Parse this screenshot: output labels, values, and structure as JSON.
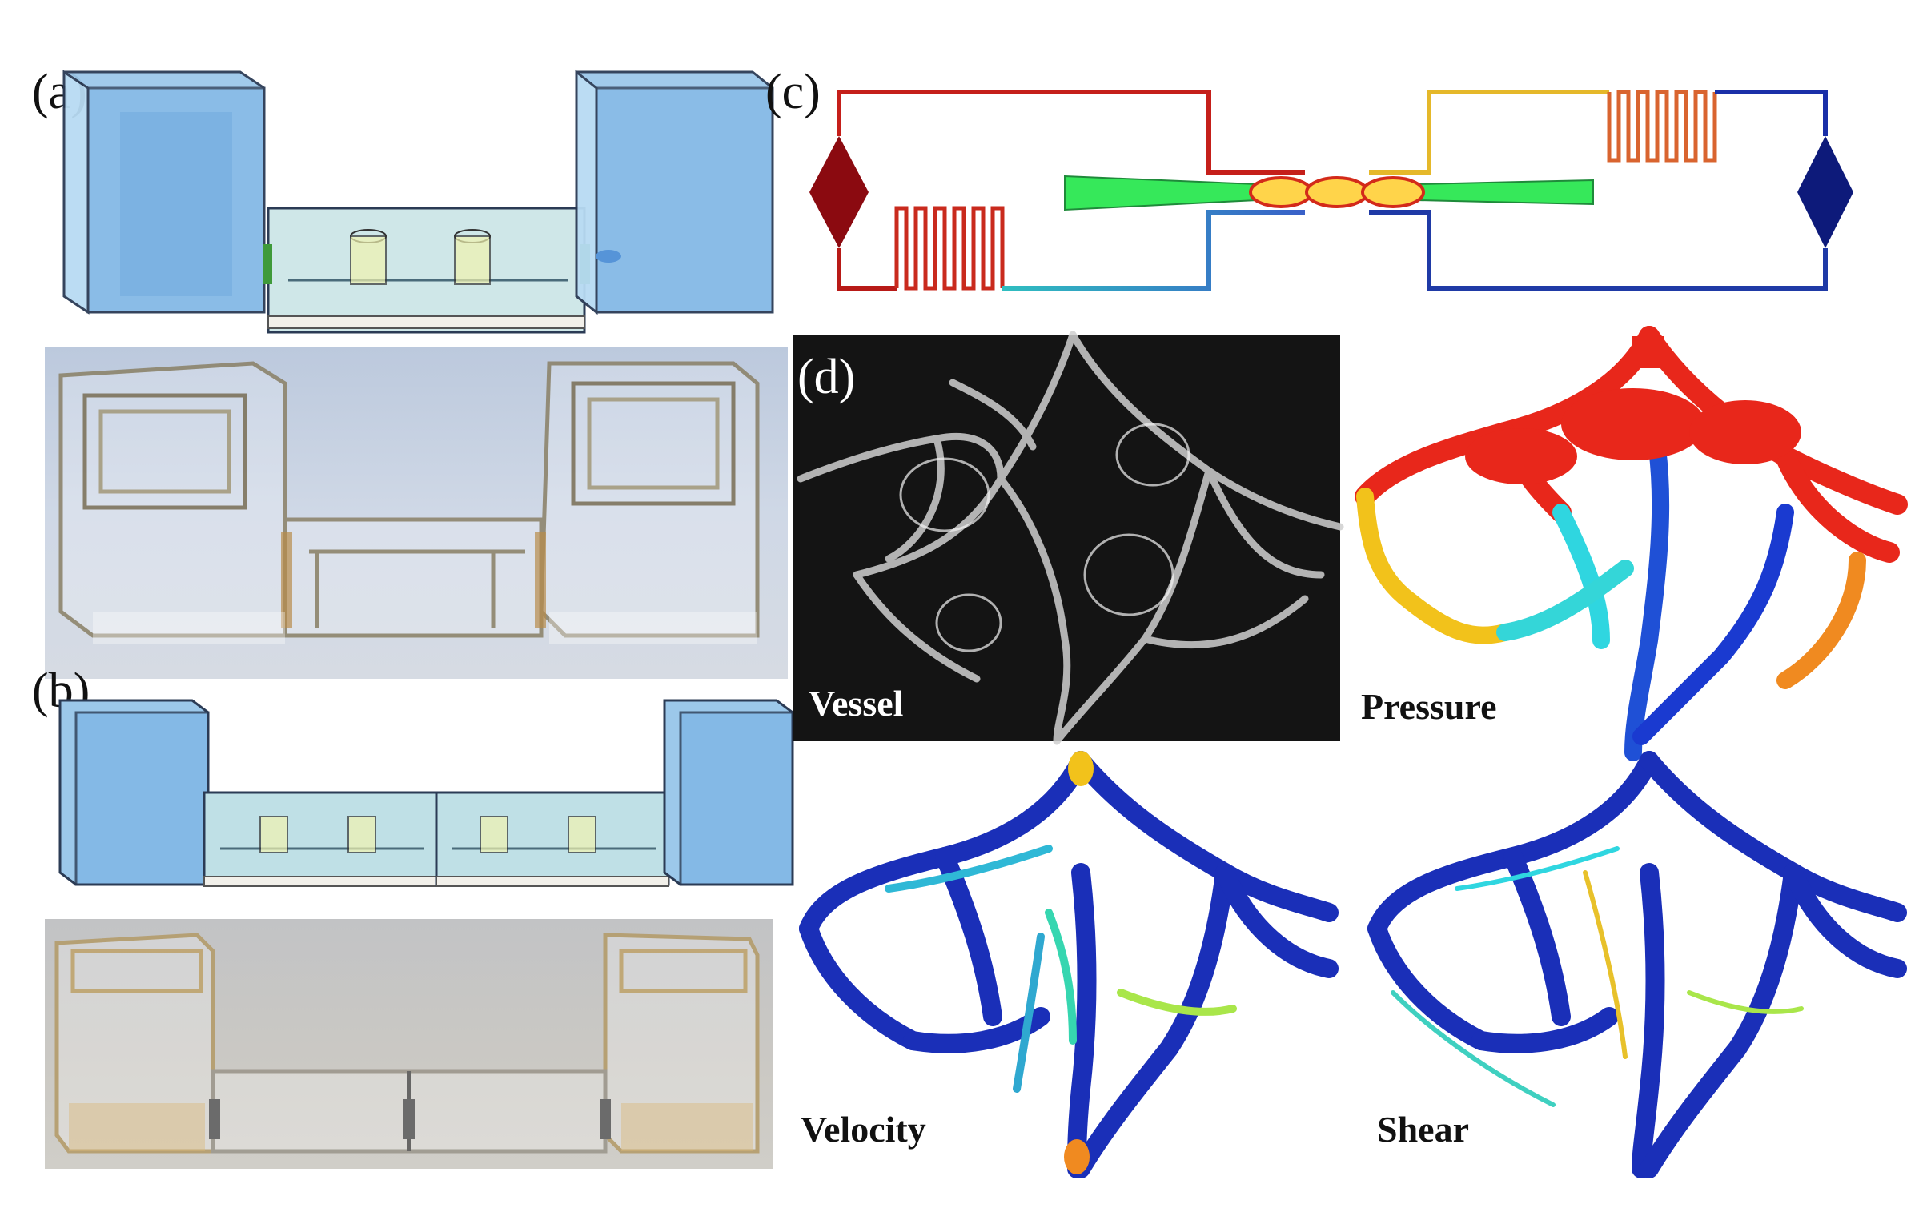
{
  "panels": {
    "a": {
      "label": "(a)"
    },
    "b": {
      "label": "(b)"
    },
    "c": {
      "label": "(c)"
    },
    "d": {
      "label": "(d)",
      "maps": [
        {
          "key": "vessel",
          "title": "Vessel"
        },
        {
          "key": "pressure",
          "title": "Pressure"
        },
        {
          "key": "velocity",
          "title": "Velocity"
        },
        {
          "key": "shear",
          "title": "Shear"
        }
      ]
    }
  },
  "colors": {
    "reservoir_blue": "#8fbfe6",
    "chip_teal": "#bfe3e6",
    "photo_bg": "#c9d3e0",
    "photo_bg_b": "#c9c8c4",
    "field_red": "#e8271b",
    "field_blue": "#1a2fb8",
    "field_cyan": "#2fd6e0",
    "channel_green": "#36e85a",
    "inlet_darkred": "#8b0a10",
    "outlet_navy": "#0d1a7a"
  }
}
